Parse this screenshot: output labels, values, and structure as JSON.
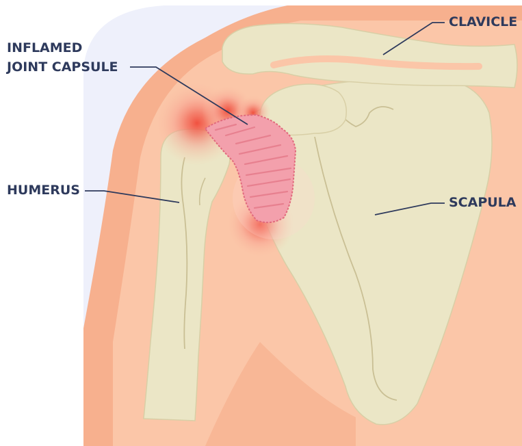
{
  "labels": {
    "inflamed_line1": "INFLAMED",
    "inflamed_line2": "JOINT CAPSULE",
    "clavicle": "CLAVICLE",
    "humerus": "HUMERUS",
    "scapula": "SCAPULA"
  },
  "colors": {
    "background_panel": "#eef0fb",
    "skin_outer": "#f7b08e",
    "skin_inner": "#fbc6a8",
    "bone": "#ebe6c6",
    "bone_line": "#c9bf94",
    "capsule": "#f3a0ac",
    "capsule_stroke": "#e16a7d",
    "inflammation": "#f04b3a",
    "label_text": "#2e3a5c",
    "leader_line": "#2e3a5c"
  }
}
